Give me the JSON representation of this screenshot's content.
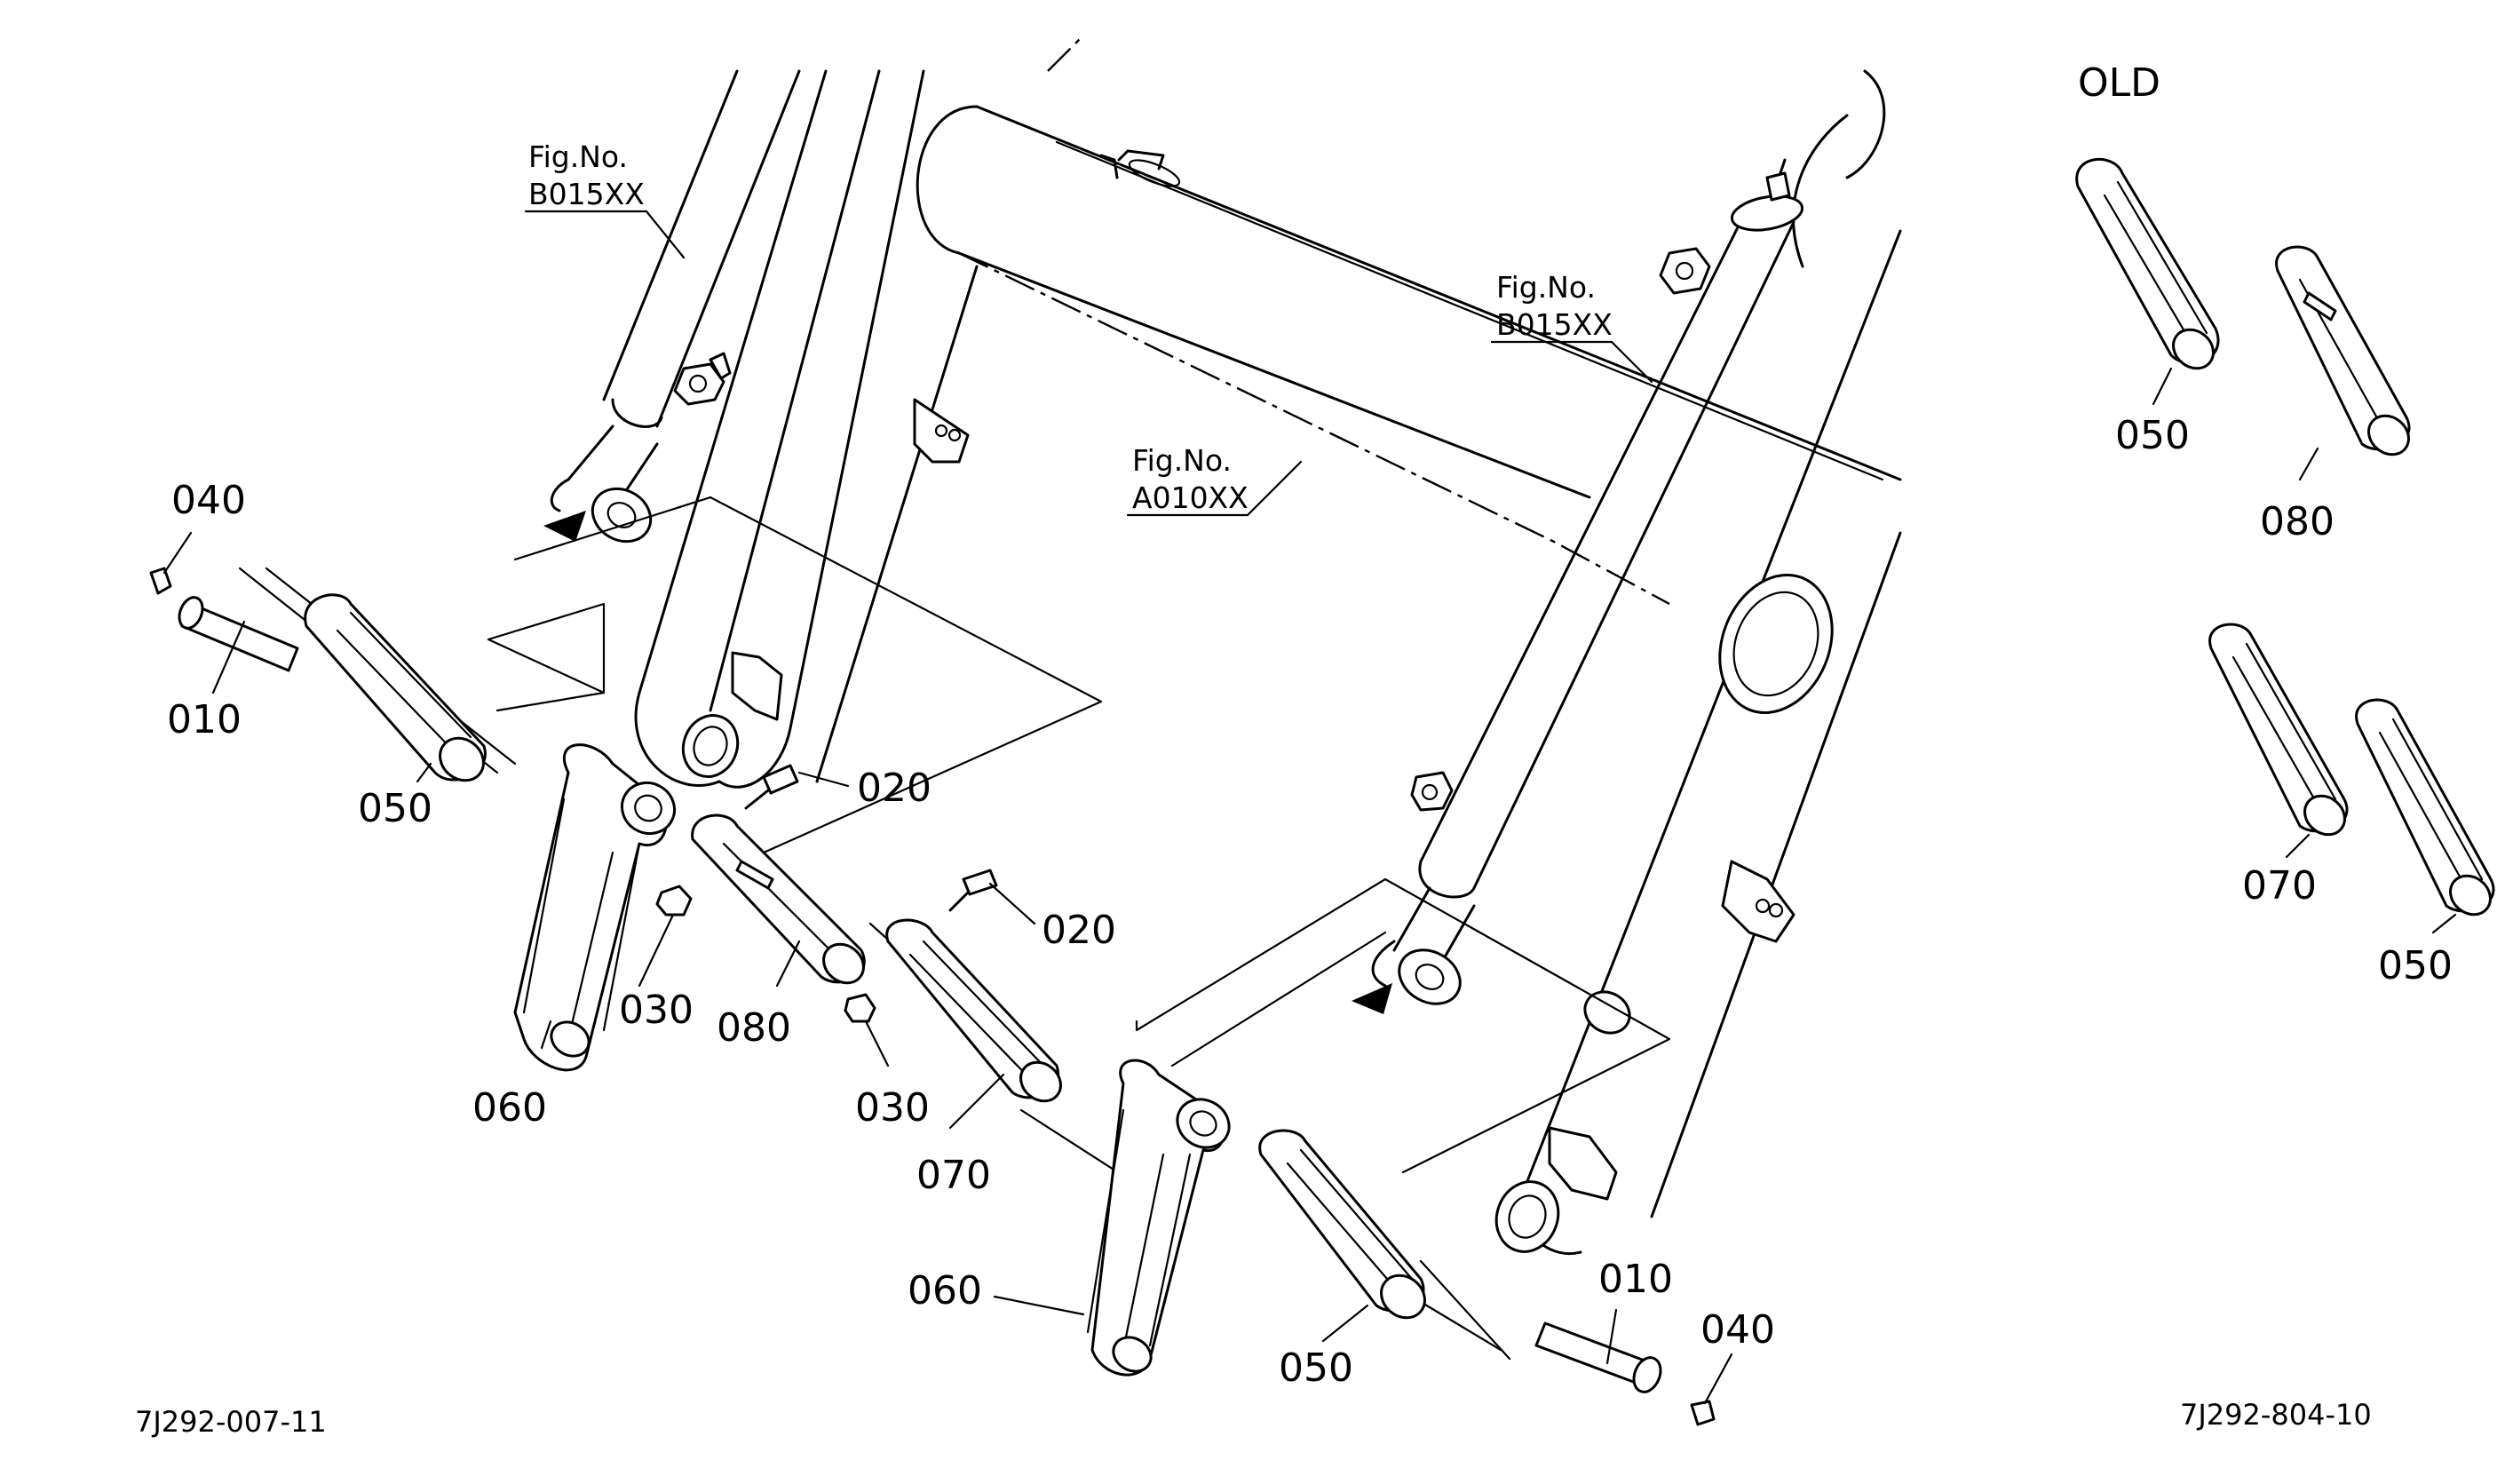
{
  "fig_refs": {
    "left": {
      "label": "Fig.No.",
      "code": "B015XX"
    },
    "right": {
      "label": "Fig.No.",
      "code": "B015XX"
    },
    "center": {
      "label": "Fig.No.",
      "code": "A010XX"
    }
  },
  "old_section": {
    "title": "OLD",
    "parts": [
      "050",
      "080",
      "070",
      "050"
    ]
  },
  "callouts": {
    "left": [
      "040",
      "010",
      "050",
      "060",
      "030",
      "080",
      "020",
      "030",
      "070",
      "020"
    ],
    "right": [
      "060",
      "050",
      "010",
      "040"
    ]
  },
  "drawing_codes": {
    "left": "7J292-007-11",
    "right": "7J292-804-10"
  }
}
